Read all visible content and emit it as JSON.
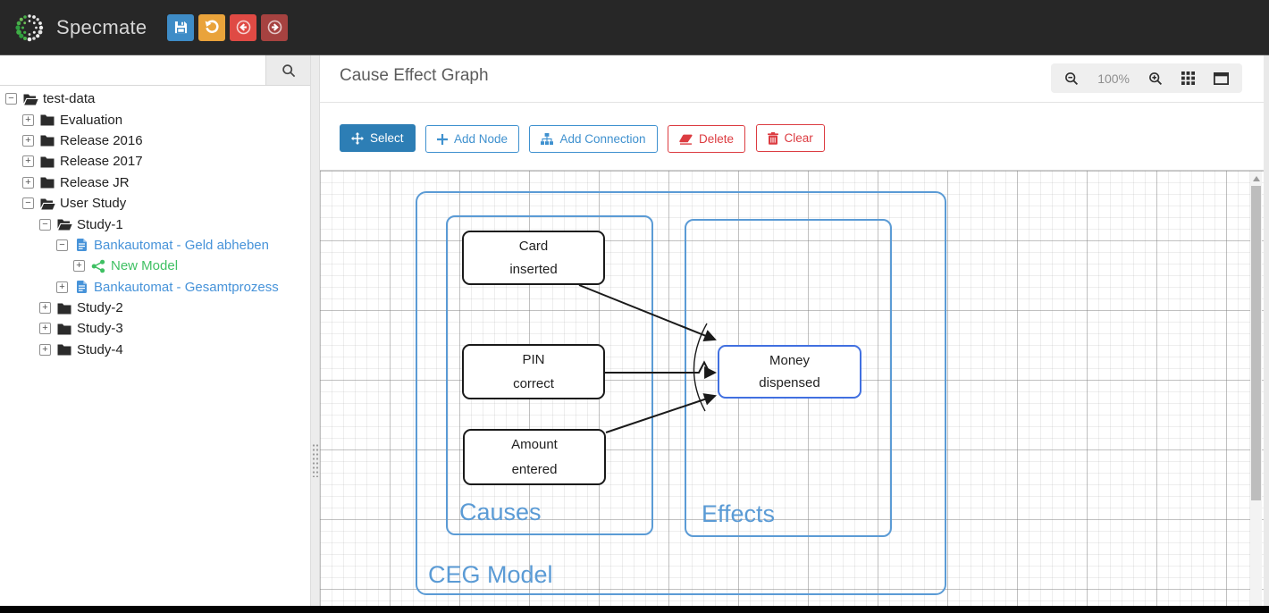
{
  "topbar": {
    "app_name": "Specmate",
    "buttons": [
      {
        "name": "save",
        "icon": "floppy-icon",
        "color": "#3e8cc7"
      },
      {
        "name": "undo",
        "icon": "undo-icon",
        "color": "#e9a33b"
      },
      {
        "name": "navigate-back",
        "icon": "arrow-left-circle-icon",
        "color": "#df4a44"
      },
      {
        "name": "navigate-forward",
        "icon": "arrow-right-circle-icon",
        "color": "#a64240"
      }
    ]
  },
  "sidebar": {
    "search": {
      "value": "",
      "placeholder": "",
      "button_icon": "search-icon"
    },
    "tree": [
      {
        "label": "test-data",
        "level": 0,
        "expander": "collapse",
        "icon": "folder-open-icon",
        "color": "#212121"
      },
      {
        "label": "Evaluation",
        "level": 1,
        "expander": "expand",
        "icon": "folder-icon",
        "color": "#212121"
      },
      {
        "label": "Release 2016",
        "level": 1,
        "expander": "expand",
        "icon": "folder-icon",
        "color": "#212121"
      },
      {
        "label": "Release 2017",
        "level": 1,
        "expander": "expand",
        "icon": "folder-icon",
        "color": "#212121"
      },
      {
        "label": "Release JR",
        "level": 1,
        "expander": "expand",
        "icon": "folder-icon",
        "color": "#212121"
      },
      {
        "label": "User Study",
        "level": 1,
        "expander": "collapse",
        "icon": "folder-open-icon",
        "color": "#212121"
      },
      {
        "label": "Study-1",
        "level": 2,
        "expander": "collapse",
        "icon": "folder-open-icon",
        "color": "#212121"
      },
      {
        "label": "Bankautomat - Geld abheben",
        "level": 3,
        "expander": "collapse",
        "icon": "file-icon",
        "color": "#4793d9"
      },
      {
        "label": "New Model",
        "level": 4,
        "expander": "expand",
        "icon": "share-icon",
        "color": "#3fc063"
      },
      {
        "label": "Bankautomat - Gesamtprozess",
        "level": 3,
        "expander": "expand",
        "icon": "file-icon",
        "color": "#4793d9"
      },
      {
        "label": "Study-2",
        "level": 2,
        "expander": "expand",
        "icon": "folder-icon",
        "color": "#212121"
      },
      {
        "label": "Study-3",
        "level": 2,
        "expander": "expand",
        "icon": "folder-icon",
        "color": "#212121"
      },
      {
        "label": "Study-4",
        "level": 2,
        "expander": "expand",
        "icon": "folder-icon",
        "color": "#212121"
      }
    ]
  },
  "main": {
    "title": "Cause Effect Graph",
    "zoom_toolbar": {
      "zoom_level": "100%"
    },
    "toolbar": {
      "select": "Select",
      "add_node": "Add Node",
      "add_connection": "Add Connection",
      "delete": "Delete",
      "clear": "Clear"
    },
    "graph": {
      "model_label": "CEG Model",
      "causes_label": "Causes",
      "effects_label": "Effects",
      "nodes": [
        {
          "line1": "Card",
          "line2": "inserted",
          "selected": false
        },
        {
          "line1": "PIN",
          "line2": "correct",
          "selected": false
        },
        {
          "line1": "Amount",
          "line2": "entered",
          "selected": false
        },
        {
          "line1": "Money",
          "line2": "dispensed",
          "selected": true
        }
      ],
      "edges": [
        {
          "from": "Card inserted",
          "to": "Money dispensed"
        },
        {
          "from": "PIN correct",
          "to": "Money dispensed"
        },
        {
          "from": "Amount entered",
          "to": "Money dispensed"
        }
      ],
      "and_arc": true
    }
  },
  "colors": {
    "topbar_bg": "#272727",
    "accent_blue": "#3f91cf",
    "select_button_bg": "#2d7eb5",
    "danger_red": "#dc3c41",
    "container_blue": "#5b9bd5",
    "selected_node_blue": "#4170e0",
    "tree_item_blue": "#4793d9",
    "tree_item_green": "#3fc063"
  }
}
